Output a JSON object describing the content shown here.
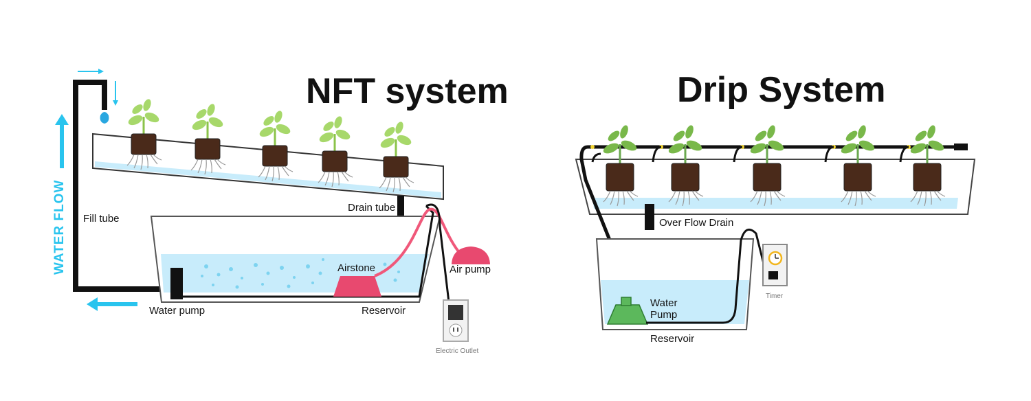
{
  "nft": {
    "title": "NFT system",
    "water_flow": "WATER FLOW",
    "fill_tube": "Fill tube",
    "drain_tube": "Drain tube",
    "airstone": "Airstone",
    "air_pump": "Air pump",
    "water_pump": "Water pump",
    "reservoir": "Reservoir",
    "electric_outlet": "Electric Outlet"
  },
  "drip": {
    "title": "Drip System",
    "overflow_drain": "Over Flow Drain",
    "water_pump_line1": "Water",
    "water_pump_line2": "Pump",
    "reservoir": "Reservoir",
    "timer": "Timer"
  },
  "colors": {
    "water": "#c8ecfb",
    "flow_arrow": "#29c4ee",
    "air_line": "#f0587a",
    "pump_green": "#5cb85c",
    "leaf": "#a7d86a",
    "timer_dial": "#f2b51b"
  }
}
